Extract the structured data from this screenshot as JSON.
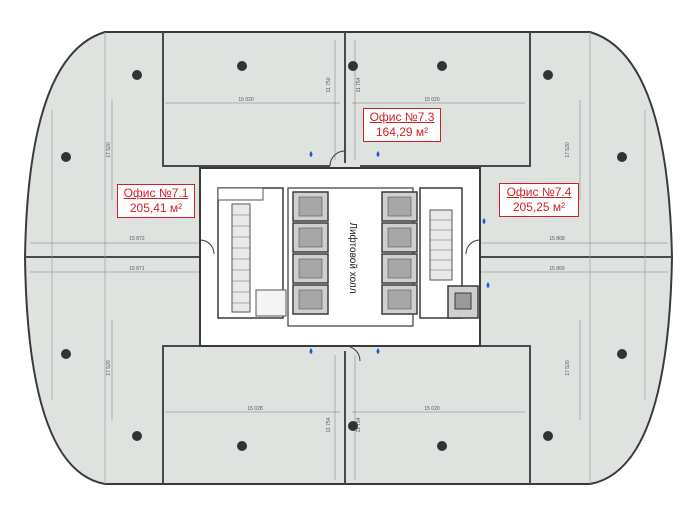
{
  "offices": [
    {
      "id": "7.1",
      "name": "Офис №7.1",
      "area": "205,41 м²"
    },
    {
      "id": "7.3",
      "name": "Офис №7.3",
      "area": "164,29 м²"
    },
    {
      "id": "7.4",
      "name": "Офис №7.4",
      "area": "205,25 м²"
    }
  ],
  "core": {
    "hall_label": "Лифтовой холл"
  },
  "dimensions": {
    "top_left_width": "15 020",
    "top_right_width": "15 020",
    "top_center_left": "11 750",
    "top_center_right": "11 754",
    "left_upper_height": "17 520",
    "left_width_a": "15 872",
    "left_width_b": "15 871",
    "left_lower_height": "17 520",
    "right_upper_height": "17 520",
    "right_width_a": "15 868",
    "right_width_b": "15 869",
    "right_lower_height": "17 520",
    "bottom_left_width": "15 028",
    "bottom_right_width": "15 020",
    "bottom_center_left": "11 754",
    "bottom_center_right": "11 754"
  },
  "colors": {
    "floor_fill": "#dfe3e0",
    "wall": "#3a3a3a",
    "label_border": "#d21f26",
    "drop": "#1b5bd6"
  }
}
